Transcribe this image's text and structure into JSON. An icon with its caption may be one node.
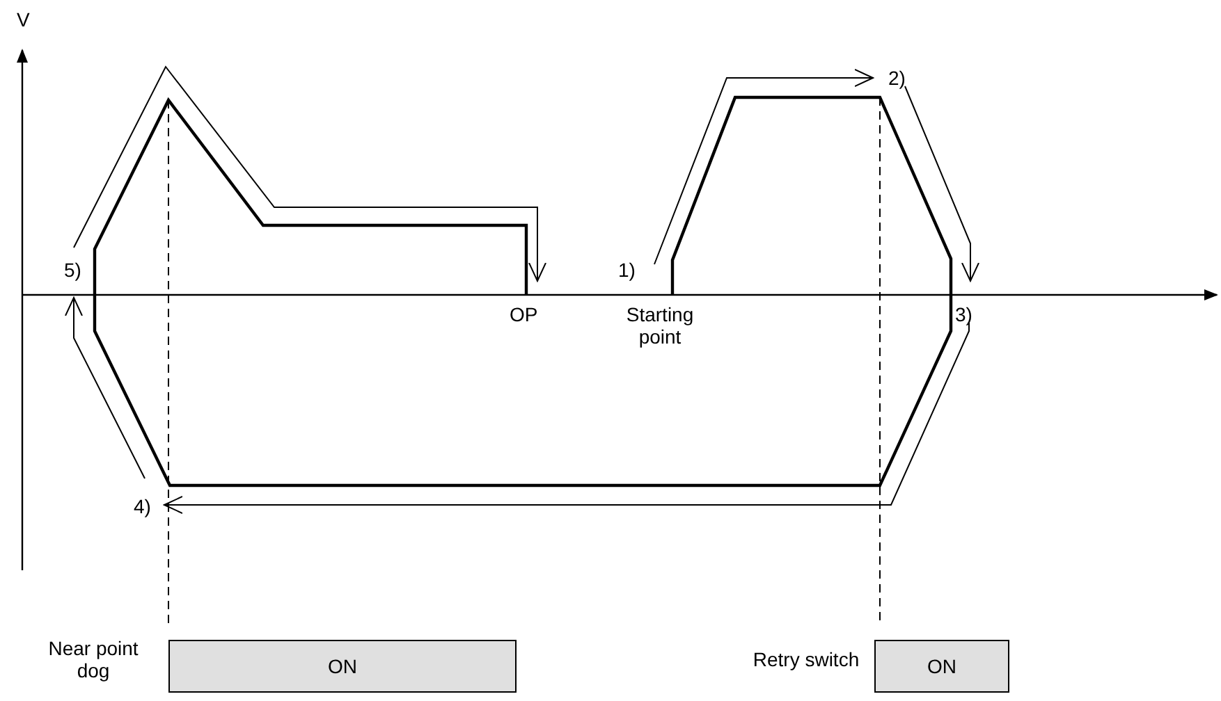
{
  "diagram": {
    "nodes": [
      {
        "text": [
          "ON"
        ],
        "beside": [
          "Near point dog"
        ]
      },
      {
        "text": [
          "ON"
        ],
        "beside": [
          "Retry switch"
        ]
      }
    ],
    "labels": [
      "V",
      "5)",
      "OP",
      "1)",
      "Starting point",
      "2)",
      "3)",
      "4)"
    ]
  }
}
